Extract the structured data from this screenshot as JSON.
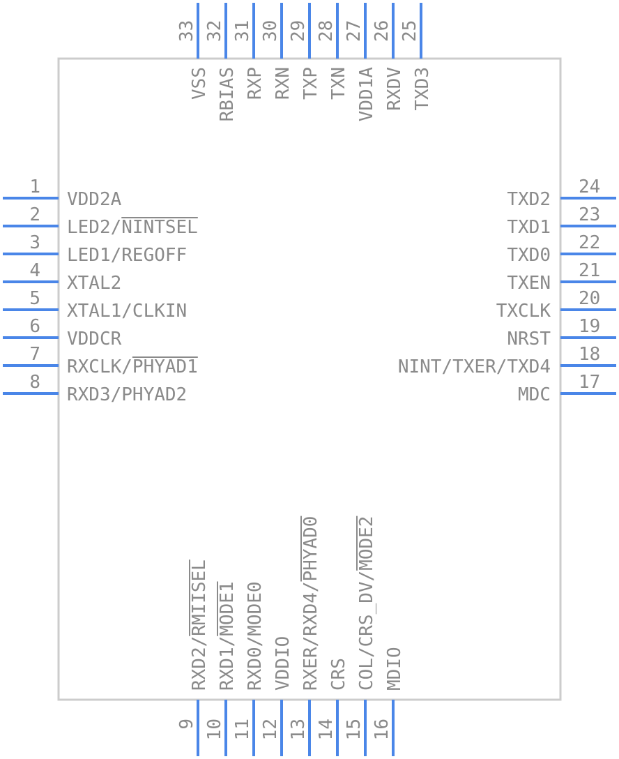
{
  "chip": {
    "body_color": "#cccccc",
    "pin_color": "#4a86e8",
    "text_color": "#8a8a8a",
    "pins": {
      "left": [
        {
          "num": "1",
          "name": "VDD2A",
          "over": ""
        },
        {
          "num": "2",
          "name": "LED2/NINTSEL",
          "over": "NINTSEL"
        },
        {
          "num": "3",
          "name": "LED1/REGOFF",
          "over": ""
        },
        {
          "num": "4",
          "name": "XTAL2",
          "over": ""
        },
        {
          "num": "5",
          "name": "XTAL1/CLKIN",
          "over": ""
        },
        {
          "num": "6",
          "name": "VDDCR",
          "over": ""
        },
        {
          "num": "7",
          "name": "RXCLK/PHYAD1",
          "over": "PHYAD1"
        },
        {
          "num": "8",
          "name": "RXD3/PHYAD2",
          "over": ""
        }
      ],
      "bottom": [
        {
          "num": "9",
          "name": "RXD2/RMIISEL",
          "over": "RMIISEL"
        },
        {
          "num": "10",
          "name": "RXD1/MODE1",
          "over": "MODE1"
        },
        {
          "num": "11",
          "name": "RXD0/MODE0",
          "over": ""
        },
        {
          "num": "12",
          "name": "VDDIO",
          "over": ""
        },
        {
          "num": "13",
          "name": "RXER/RXD4/PHYAD0",
          "over": "PHYAD0"
        },
        {
          "num": "14",
          "name": "CRS",
          "over": ""
        },
        {
          "num": "15",
          "name": "COL/CRS_DV/MODE2",
          "over": "MODE2"
        },
        {
          "num": "16",
          "name": "MDIO",
          "over": ""
        }
      ],
      "right": [
        {
          "num": "17",
          "name": "MDC",
          "over": ""
        },
        {
          "num": "18",
          "name": "NINT/TXER/TXD4",
          "over": ""
        },
        {
          "num": "19",
          "name": "NRST",
          "over": ""
        },
        {
          "num": "20",
          "name": "TXCLK",
          "over": ""
        },
        {
          "num": "21",
          "name": "TXEN",
          "over": ""
        },
        {
          "num": "22",
          "name": "TXD0",
          "over": ""
        },
        {
          "num": "23",
          "name": "TXD1",
          "over": ""
        },
        {
          "num": "24",
          "name": "TXD2",
          "over": ""
        }
      ],
      "top": [
        {
          "num": "25",
          "name": "TXD3",
          "over": ""
        },
        {
          "num": "26",
          "name": "RXDV",
          "over": ""
        },
        {
          "num": "27",
          "name": "VDD1A",
          "over": ""
        },
        {
          "num": "28",
          "name": "TXN",
          "over": ""
        },
        {
          "num": "29",
          "name": "TXP",
          "over": ""
        },
        {
          "num": "30",
          "name": "RXN",
          "over": ""
        },
        {
          "num": "31",
          "name": "RXP",
          "over": ""
        },
        {
          "num": "32",
          "name": "RBIAS",
          "over": ""
        },
        {
          "num": "33",
          "name": "VSS",
          "over": ""
        }
      ]
    }
  }
}
